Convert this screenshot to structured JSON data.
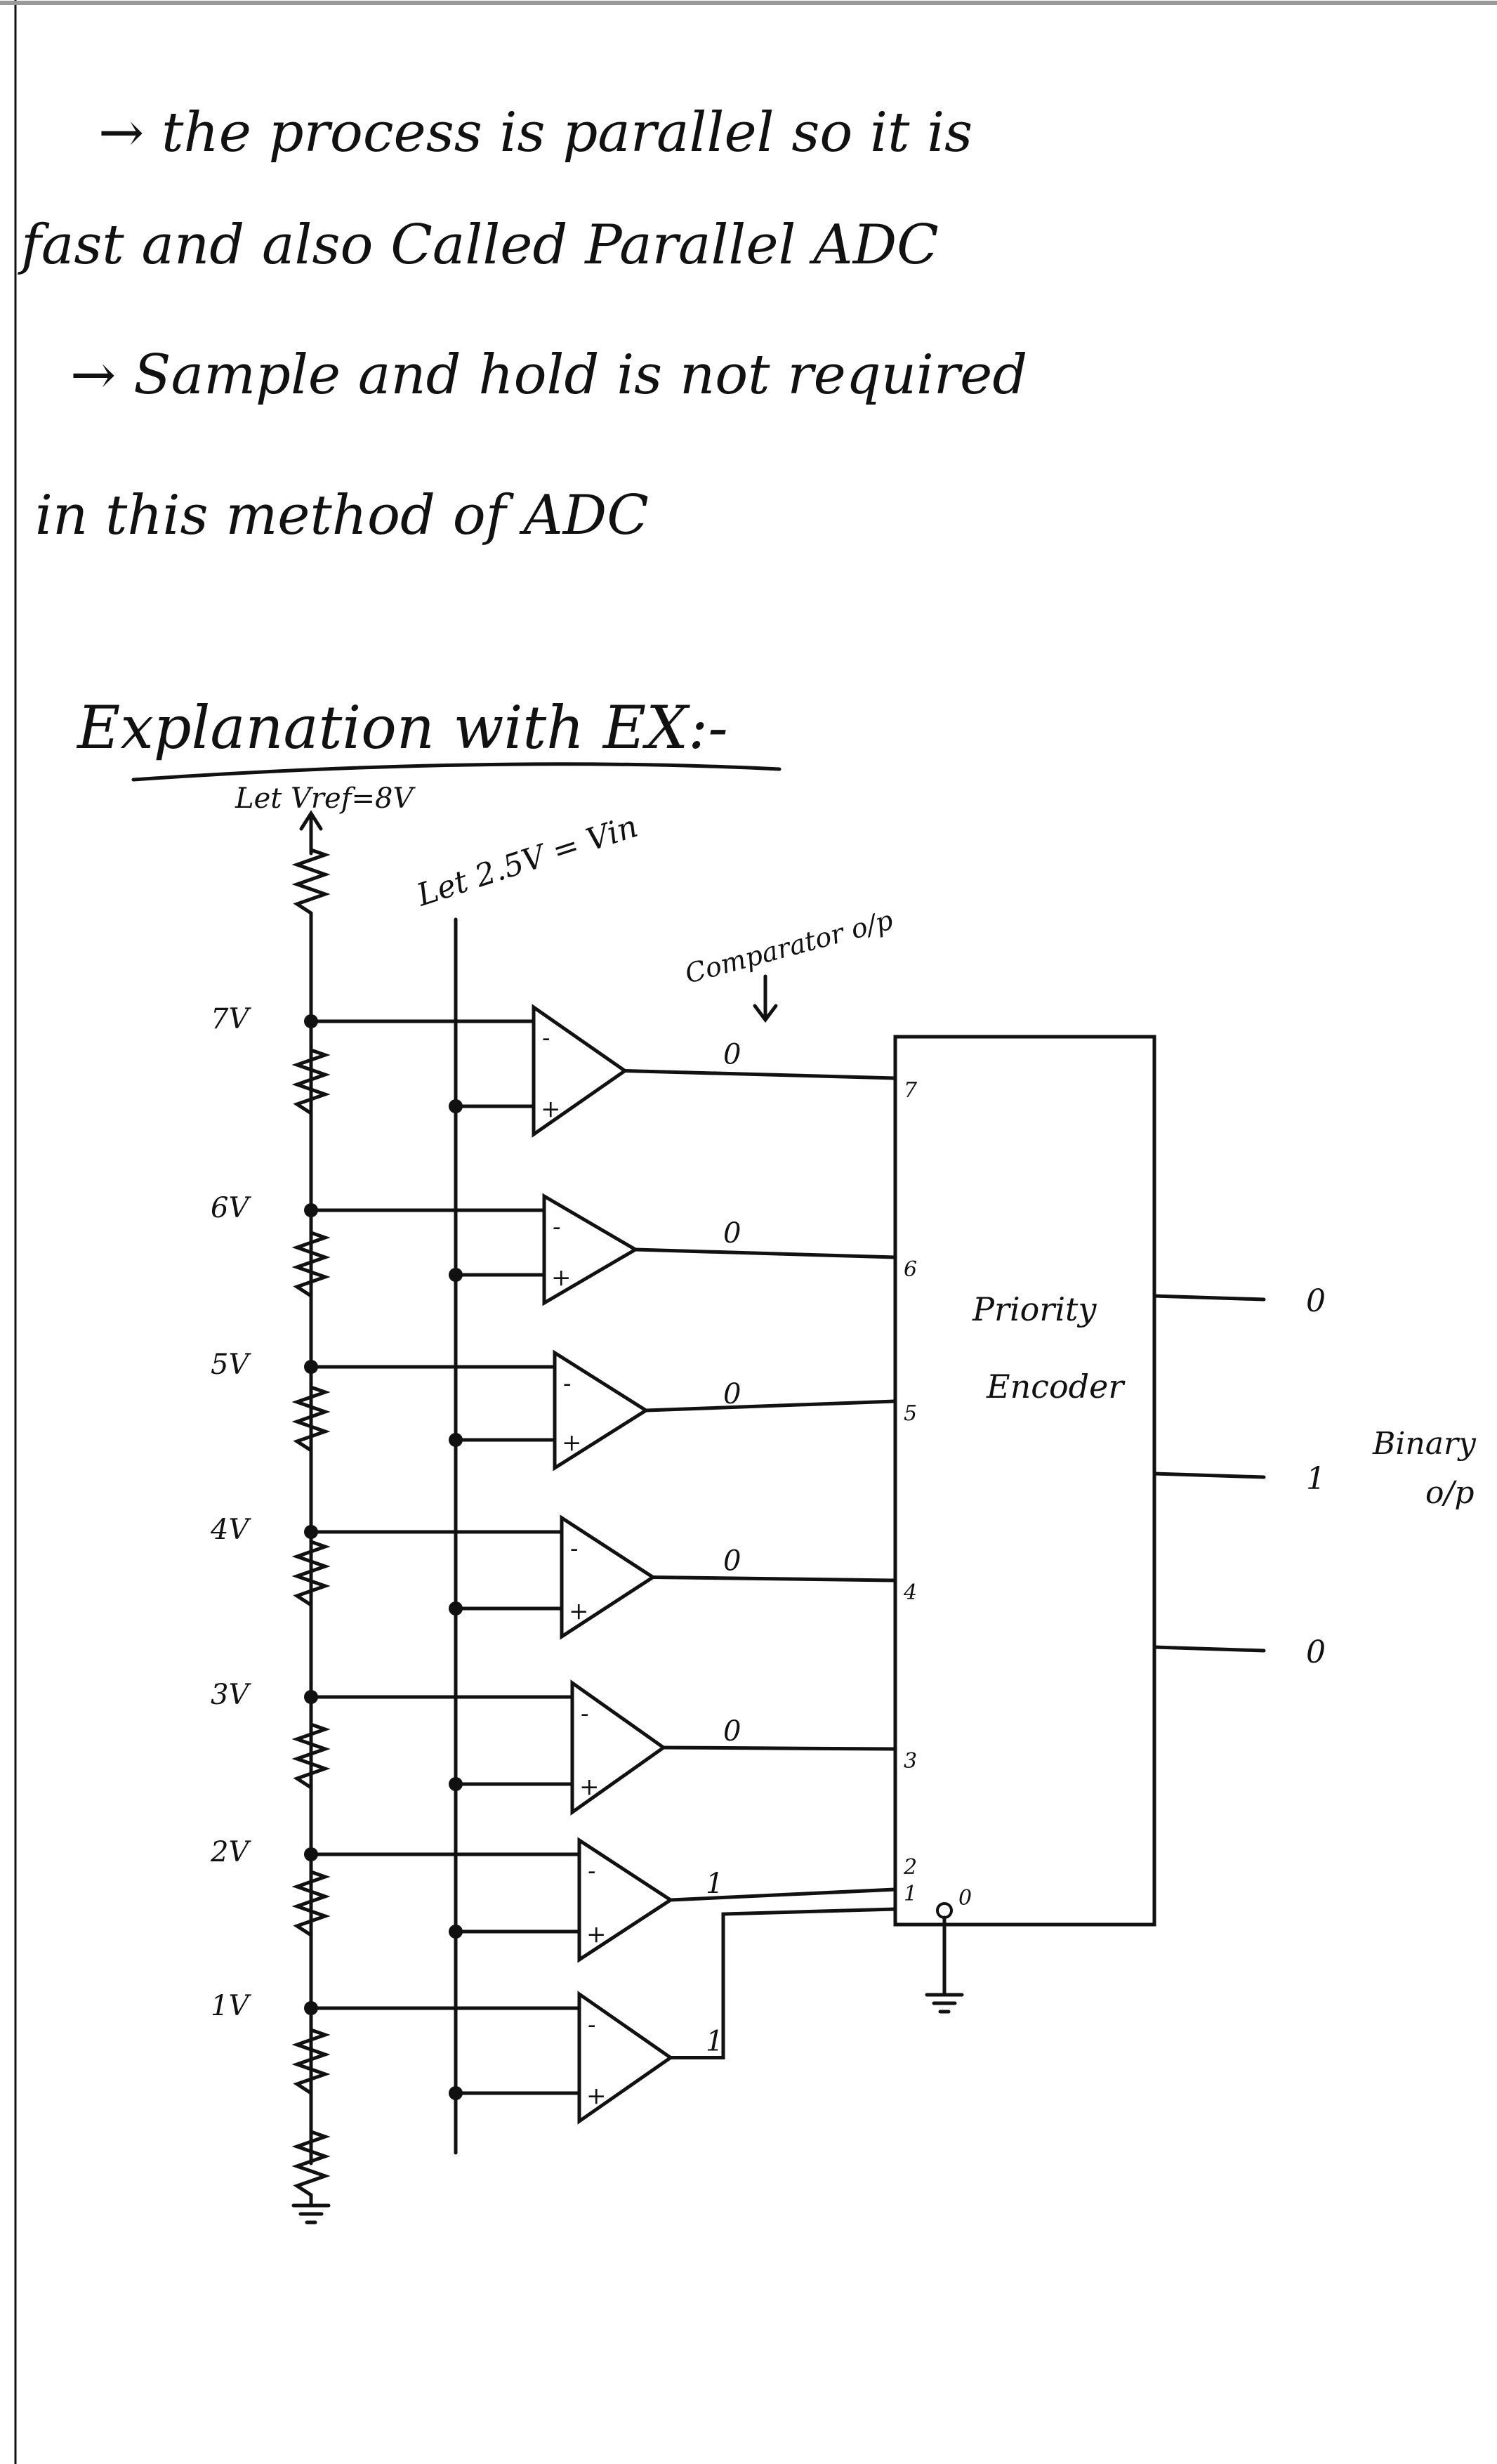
{
  "notes": {
    "line1": "→ the process is parallel so it is",
    "line2": "fast and also Called Parallel ADC",
    "line3": "→ Sample and hold is not required",
    "line4": "in this method of ADC"
  },
  "heading": "Explanation with EX:-",
  "diagram": {
    "vref_label": "Let Vref=8V",
    "vin_label": "Let 2.5V = Vin",
    "comparator_out_label": "Comparator o/p",
    "encoder_label_1": "Priority",
    "encoder_label_2": "Encoder",
    "binary_label_1": "Binary",
    "binary_label_2": "o/p",
    "taps": [
      "7V",
      "6V",
      "5V",
      "4V",
      "3V",
      "2V",
      "1V"
    ],
    "comparator_outputs": [
      "0",
      "0",
      "0",
      "0",
      "0",
      "1",
      "1"
    ],
    "encoder_inputs": [
      "7",
      "6",
      "5",
      "4",
      "3",
      "2",
      "1",
      "0"
    ],
    "binary_outputs": [
      "0",
      "1",
      "0"
    ],
    "comparator_minus": "-",
    "comparator_plus": "+"
  }
}
